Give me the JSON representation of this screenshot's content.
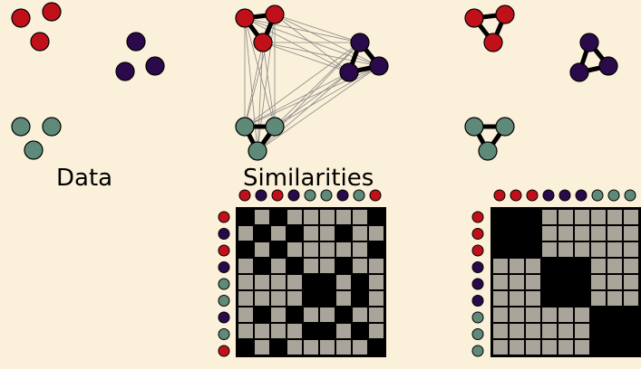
{
  "captions": {
    "data": "Data",
    "similarities": "Similarities"
  },
  "colors": {
    "background": "#fbf0d9",
    "red": "#c0111a",
    "purple": "#2a0a4a",
    "teal": "#5f8a7a",
    "cell_on": "#000000",
    "cell_off": "#a9a59a"
  },
  "node_sequences": {
    "middle_matrix_header": [
      "red",
      "purple",
      "red",
      "purple",
      "teal",
      "teal",
      "purple",
      "teal",
      "red"
    ],
    "middle_matrix_side": [
      "red",
      "purple",
      "red",
      "purple",
      "teal",
      "teal",
      "purple",
      "teal",
      "red"
    ],
    "right_matrix_header": [
      "red",
      "red",
      "red",
      "purple",
      "purple",
      "purple",
      "teal",
      "teal",
      "teal"
    ],
    "right_matrix_side": [
      "red",
      "red",
      "red",
      "purple",
      "purple",
      "purple",
      "teal",
      "teal",
      "teal"
    ]
  },
  "matrices": {
    "similarity_unsorted": [
      [
        1,
        0,
        1,
        0,
        0,
        0,
        0,
        0,
        1
      ],
      [
        0,
        1,
        0,
        1,
        0,
        0,
        1,
        0,
        0
      ],
      [
        1,
        0,
        1,
        0,
        0,
        0,
        0,
        0,
        1
      ],
      [
        0,
        1,
        0,
        1,
        0,
        0,
        1,
        0,
        0
      ],
      [
        0,
        0,
        0,
        0,
        1,
        1,
        0,
        1,
        0
      ],
      [
        0,
        0,
        0,
        0,
        1,
        1,
        0,
        1,
        0
      ],
      [
        0,
        1,
        0,
        1,
        0,
        0,
        1,
        0,
        0
      ],
      [
        0,
        0,
        0,
        0,
        1,
        1,
        0,
        1,
        0
      ],
      [
        1,
        0,
        1,
        0,
        0,
        0,
        0,
        0,
        1
      ]
    ],
    "similarity_sorted": [
      [
        1,
        1,
        1,
        0,
        0,
        0,
        0,
        0,
        0
      ],
      [
        1,
        1,
        1,
        0,
        0,
        0,
        0,
        0,
        0
      ],
      [
        1,
        1,
        1,
        0,
        0,
        0,
        0,
        0,
        0
      ],
      [
        0,
        0,
        0,
        1,
        1,
        1,
        0,
        0,
        0
      ],
      [
        0,
        0,
        0,
        1,
        1,
        1,
        0,
        0,
        0
      ],
      [
        0,
        0,
        0,
        1,
        1,
        1,
        0,
        0,
        0
      ],
      [
        0,
        0,
        0,
        0,
        0,
        0,
        1,
        1,
        1
      ],
      [
        0,
        0,
        0,
        0,
        0,
        0,
        1,
        1,
        1
      ],
      [
        0,
        0,
        0,
        0,
        0,
        0,
        1,
        1,
        1
      ]
    ]
  }
}
